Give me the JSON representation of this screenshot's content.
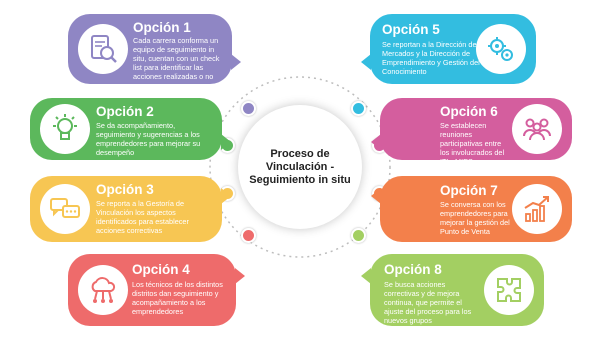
{
  "center": {
    "line1": "Proceso de",
    "line2": "Vinculación -",
    "line3": "Seguimiento in situ"
  },
  "options": [
    {
      "title": "Opción 1",
      "text": "Cada carrera conforma un equipo de seguimiento in situ, cuentan con un check list para identificar las acciones realizadas o no",
      "color": "#8f86c4",
      "icon": "checklist-magnifier-icon"
    },
    {
      "title": "Opción 2",
      "text": "Se da acompañamiento, seguimiento y sugerencias a los emprendedores para mejorar su desempeño",
      "color": "#5cb85c",
      "icon": "lightbulb-icon"
    },
    {
      "title": "Opción 3",
      "text": "Se reporta a la Gestoría de Vinculación los aspectos identificados para establecer acciones correctivas",
      "color": "#f7c653",
      "icon": "chat-bubbles-icon"
    },
    {
      "title": "Opción 4",
      "text": "Los técnicos de los distintos distritos dan seguimiento y acompañamiento a los emprendedores",
      "color": "#ee6b6b",
      "icon": "cloud-network-icon"
    },
    {
      "title": "Opción 5",
      "text": "Se reportan a la Dirección de Mercados y la Dirección de Emprendimiento y Gestión del Conocimiento",
      "color": "#33bde0",
      "icon": "gears-icon"
    },
    {
      "title": "Opción 6",
      "text": "Se establecen reuniones participativas entre los involucrados del ITI - MIES para establecer acciones",
      "color": "#d45e9e",
      "icon": "people-meeting-icon"
    },
    {
      "title": "Opción 7",
      "text": "Se conversa con los emprendedores para mejorar la gestión del Punto de Venta",
      "color": "#f3804b",
      "icon": "growth-chart-icon"
    },
    {
      "title": "Opción 8",
      "text": "Se busca acciones correctivas y de mejora continua, que permite el ajuste del proceso para los nuevos grupos",
      "color": "#a3cf62",
      "icon": "puzzle-icon"
    }
  ]
}
